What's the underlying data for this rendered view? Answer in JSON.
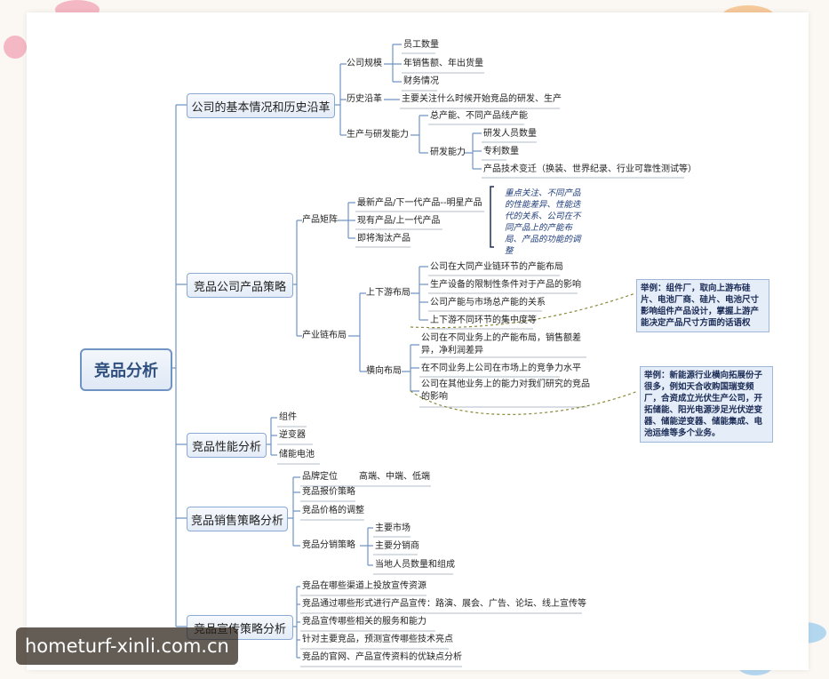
{
  "root": "竞品分析",
  "branches": {
    "basic": {
      "label": "公司的基本情况和历史沿革",
      "scale": "公司规模",
      "scale_items": [
        "员工数量",
        "年销售额、年出货量",
        "财务情况"
      ],
      "history": "历史沿革",
      "history_item": "主要关注什么时候开始竞品的研发、生产",
      "rd": "生产与研发能力",
      "rd_item1": "总产能、不同产品线产能",
      "rd_sub": "研发能力",
      "rd_sub_items": [
        "研发人员数量",
        "专利数量",
        "产品技术变迁（换装、世界纪录、行业可靠性测试等）"
      ]
    },
    "strategy": {
      "label": "竞品公司产品策略",
      "matrix": "产品矩阵",
      "matrix_items": [
        "最新产品/下一代产品--明星产品",
        "现有产品/上一代产品",
        "即将淘汰产品"
      ],
      "matrix_note": "重点关注、不同产品的性能差异、性能迭代的关系、公司在不同产品上的产能布局、产品的功能的调整",
      "chain": "产业链布局",
      "updown": "上下游布局",
      "updown_items": [
        "公司在大同产业链环节的产能布局",
        "生产设备的限制性条件对于产品的影响",
        "公司产能与市场总产能的关系",
        "上下游不同环节的集中度等"
      ],
      "updown_note": "举例：组件厂，取向上游布硅片、电池厂商、硅片、电池尺寸影响组件产品设计，掌握上游产能决定产品尺寸方面的话语权",
      "horizontal": "横向布局",
      "horizontal_items": [
        "公司在不同业务上的产能布局，销售额差异，净利润差异",
        "在不同业务上公司在市场上的竞争力水平",
        "公司在其他业务上的能力对我们研究的竞品的影响"
      ],
      "horizontal_note": "举例：新能源行业横向拓展份子很多，例如天合收购国瑞变频厂，合资成立光伏生产公司，开拓储能、阳光电源涉足光伏逆变器、储能逆变器、储能集成、电池运维等多个业务。"
    },
    "performance": {
      "label": "竞品性能分析",
      "items": [
        "组件",
        "逆变器",
        "储能电池"
      ]
    },
    "sales": {
      "label": "竞品销售策略分析",
      "positioning": "品牌定位",
      "positioning_item": "高端、中端、低端",
      "items": [
        "竞品报价策略",
        "竞品价格的调整"
      ],
      "channel": "竞品分销策略",
      "channel_items": [
        "主要市场",
        "主要分销商",
        "当地人员数量和组成"
      ]
    },
    "promo": {
      "label": "竞品宣传策略分析",
      "items": [
        "竞品在哪些渠道上投放宣传资源",
        "竞品通过哪些形式进行产品宣传：路演、展会、广告、论坛、线上宣传等",
        "竞品宣传哪些相关的服务和能力",
        "针对主要竞品，预测宣传哪些技术亮点",
        "竞品的官网、产品宣传资料的优缺点分析"
      ]
    }
  },
  "watermark": "hometurf-xinli.com.cn",
  "colors": {
    "node_border": "#8aa9d4",
    "line": "#6f93c3",
    "dashed": "#8a8a3a",
    "note_fill": "#e4edf8"
  }
}
